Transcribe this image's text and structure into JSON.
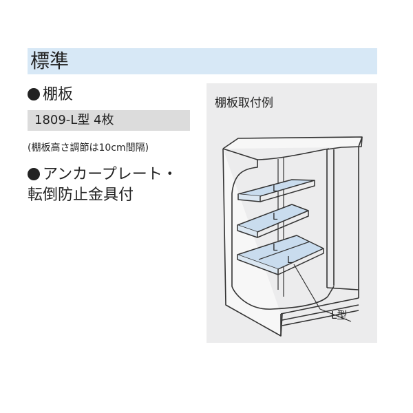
{
  "header": {
    "title": "標準"
  },
  "items": [
    {
      "heading": "棚板"
    },
    {
      "heading_lines": [
        "アンカープレート・",
        "転倒防止金具付"
      ]
    }
  ],
  "spec": {
    "text": "1809-L型 4枚"
  },
  "note": "(棚板高さ調節は10cm間隔)",
  "example": {
    "title": "棚板取付例",
    "shelf_labels": [
      "L",
      "L",
      "L",
      "L"
    ],
    "callout": "L型"
  },
  "colors": {
    "header_band": "#d7e8f6",
    "spec_box": "#dcdcdc",
    "panel": "#ececed",
    "shelf_fill": "#c9dcee"
  }
}
